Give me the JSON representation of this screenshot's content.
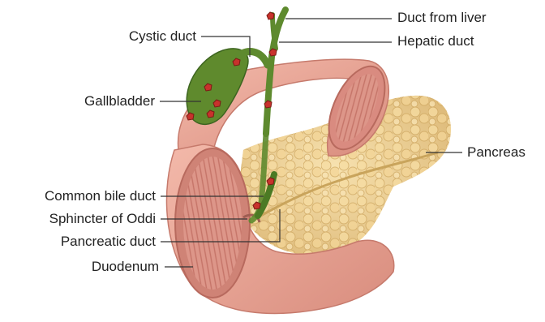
{
  "labels": {
    "duct_from_liver": "Duct from liver",
    "hepatic_duct": "Hepatic duct",
    "cystic_duct": "Cystic duct",
    "gallbladder": "Gallbladder",
    "pancreas": "Pancreas",
    "common_bile_duct": "Common bile duct",
    "sphincter_of_oddi": "Sphincter of Oddi",
    "pancreatic_duct": "Pancreatic duct",
    "duodenum": "Duodenum"
  },
  "colors": {
    "intestine": "#e9a596",
    "intestine_shadow": "#c97f72",
    "intestine_inner": "#d98b80",
    "pancreas": "#f0d59a",
    "pancreas_dark": "#d4b06a",
    "bile": "#5e8a2e",
    "bile_dark": "#3f6a1e",
    "stone": "#c8322c",
    "leader": "#333333"
  }
}
